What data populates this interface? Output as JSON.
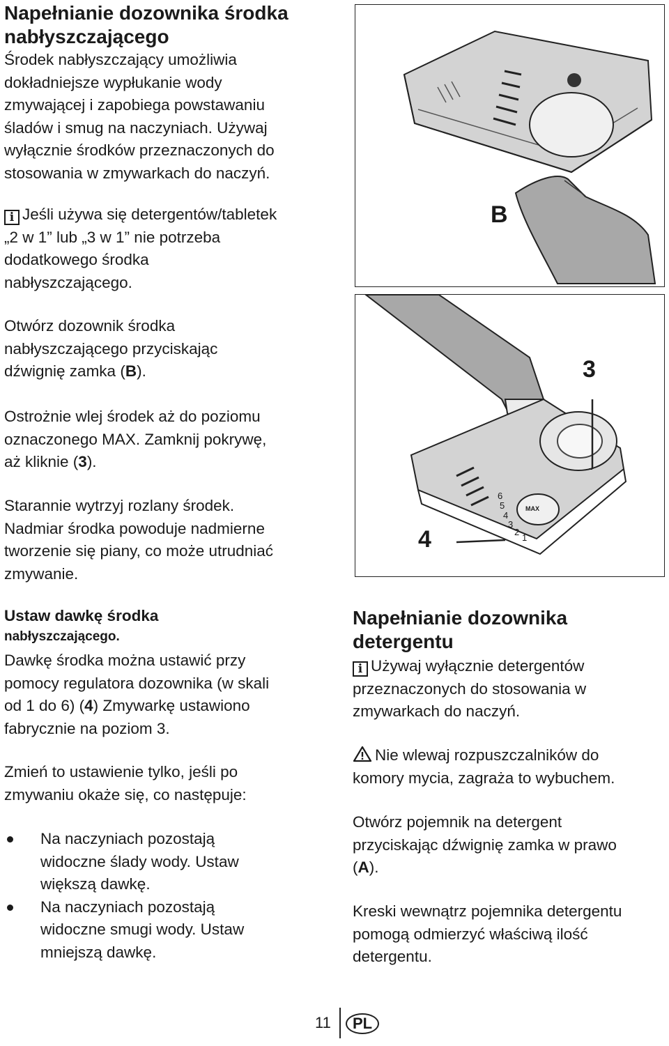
{
  "left_column": {
    "title_lines": [
      "Napełnianie dozownika środka",
      "nabłyszczającego"
    ],
    "intro_lines": [
      "Środek nabłyszczający umożliwia",
      "dokładniejsze wypłukanie wody",
      "zmywającej i zapobiega powstawaniu",
      "śladów i smug na naczyniach. Używaj",
      "wyłącznie środków przeznaczonych do",
      "stosowania w zmywarkach do naczyń."
    ],
    "info_note_lines": [
      "Jeśli używa się detergentów/tabletek",
      "„2 w 1” lub „3 w 1” nie potrzeba",
      "dodatkowego środka",
      "nabłyszczającego."
    ],
    "open_lines": [
      "Otwórz dozownik środka",
      "nabłyszczającego przyciskając"
    ],
    "open_last_prefix": "dźwignię zamka (",
    "open_last_bold": "B",
    "open_last_suffix": ").",
    "pour_lines": [
      "Ostrożnie wlej środek aż do poziomu",
      "oznaczonego MAX. Zamknij pokrywę,"
    ],
    "pour_last_prefix": "aż kliknie (",
    "pour_last_bold": "3",
    "pour_last_suffix": ").",
    "wipe_lines": [
      "Starannie wytrzyj rozlany środek.",
      "Nadmiar środka  powoduje nadmierne",
      "tworzenie się piany, co może utrudniać",
      "zmywanie."
    ],
    "dose_heading_1": "Ustaw dawkę środka",
    "dose_heading_2": "nabłyszczającego.",
    "dose_lines": [
      "Dawkę środka  można ustawić przy",
      "pomocy regulatora dozownika (w skali"
    ],
    "dose_line3_prefix": "od 1 do 6) (",
    "dose_line3_bold": "4",
    "dose_line3_suffix": ") Zmywarkę ustawiono",
    "dose_line4": "fabrycznie na poziom 3.",
    "change_lines": [
      "Zmień to ustawienie tylko, jeśli po",
      "zmywaniu okaże się, co następuje:"
    ],
    "bullets": [
      [
        "Na naczyniach pozostają",
        "widoczne ślady wody. Ustaw",
        "większą dawkę."
      ],
      [
        "Na naczyniach pozostają",
        "widoczne smugi wody. Ustaw",
        "mniejszą dawkę."
      ]
    ]
  },
  "right_column": {
    "title_lines": [
      "Napełnianie dozownika",
      "detergentu"
    ],
    "info_lines": [
      "Używaj wyłącznie detergentów",
      "przeznaczonych do stosowania w",
      "zmywarkach do naczyń."
    ],
    "warn_lines": [
      "Nie wlewaj rozpuszczalników do",
      "komory mycia, zagraża to wybuchem."
    ],
    "open_lines": [
      "Otwórz pojemnik na detergent",
      "przyciskając dźwignię zamka w prawo"
    ],
    "open_last_prefix": "(",
    "open_last_bold": "A",
    "open_last_suffix": ").",
    "lines_text": [
      "Kreski wewnątrz pojemnika detergentu",
      "pomogą odmierzyć właściwą ilość",
      "detergentu."
    ]
  },
  "figures": {
    "top_label": "B",
    "bottom_label_3": "3",
    "bottom_label_4": "4",
    "dial_max": "MAX",
    "dial_numbers": [
      "6",
      "5",
      "4",
      "3",
      "2",
      "1"
    ]
  },
  "footer": {
    "page_number": "11",
    "language": "PL"
  },
  "colors": {
    "text": "#1a1a1a",
    "figure_gray": "#c8c8c8",
    "hand_gray": "#9a9a9a"
  }
}
